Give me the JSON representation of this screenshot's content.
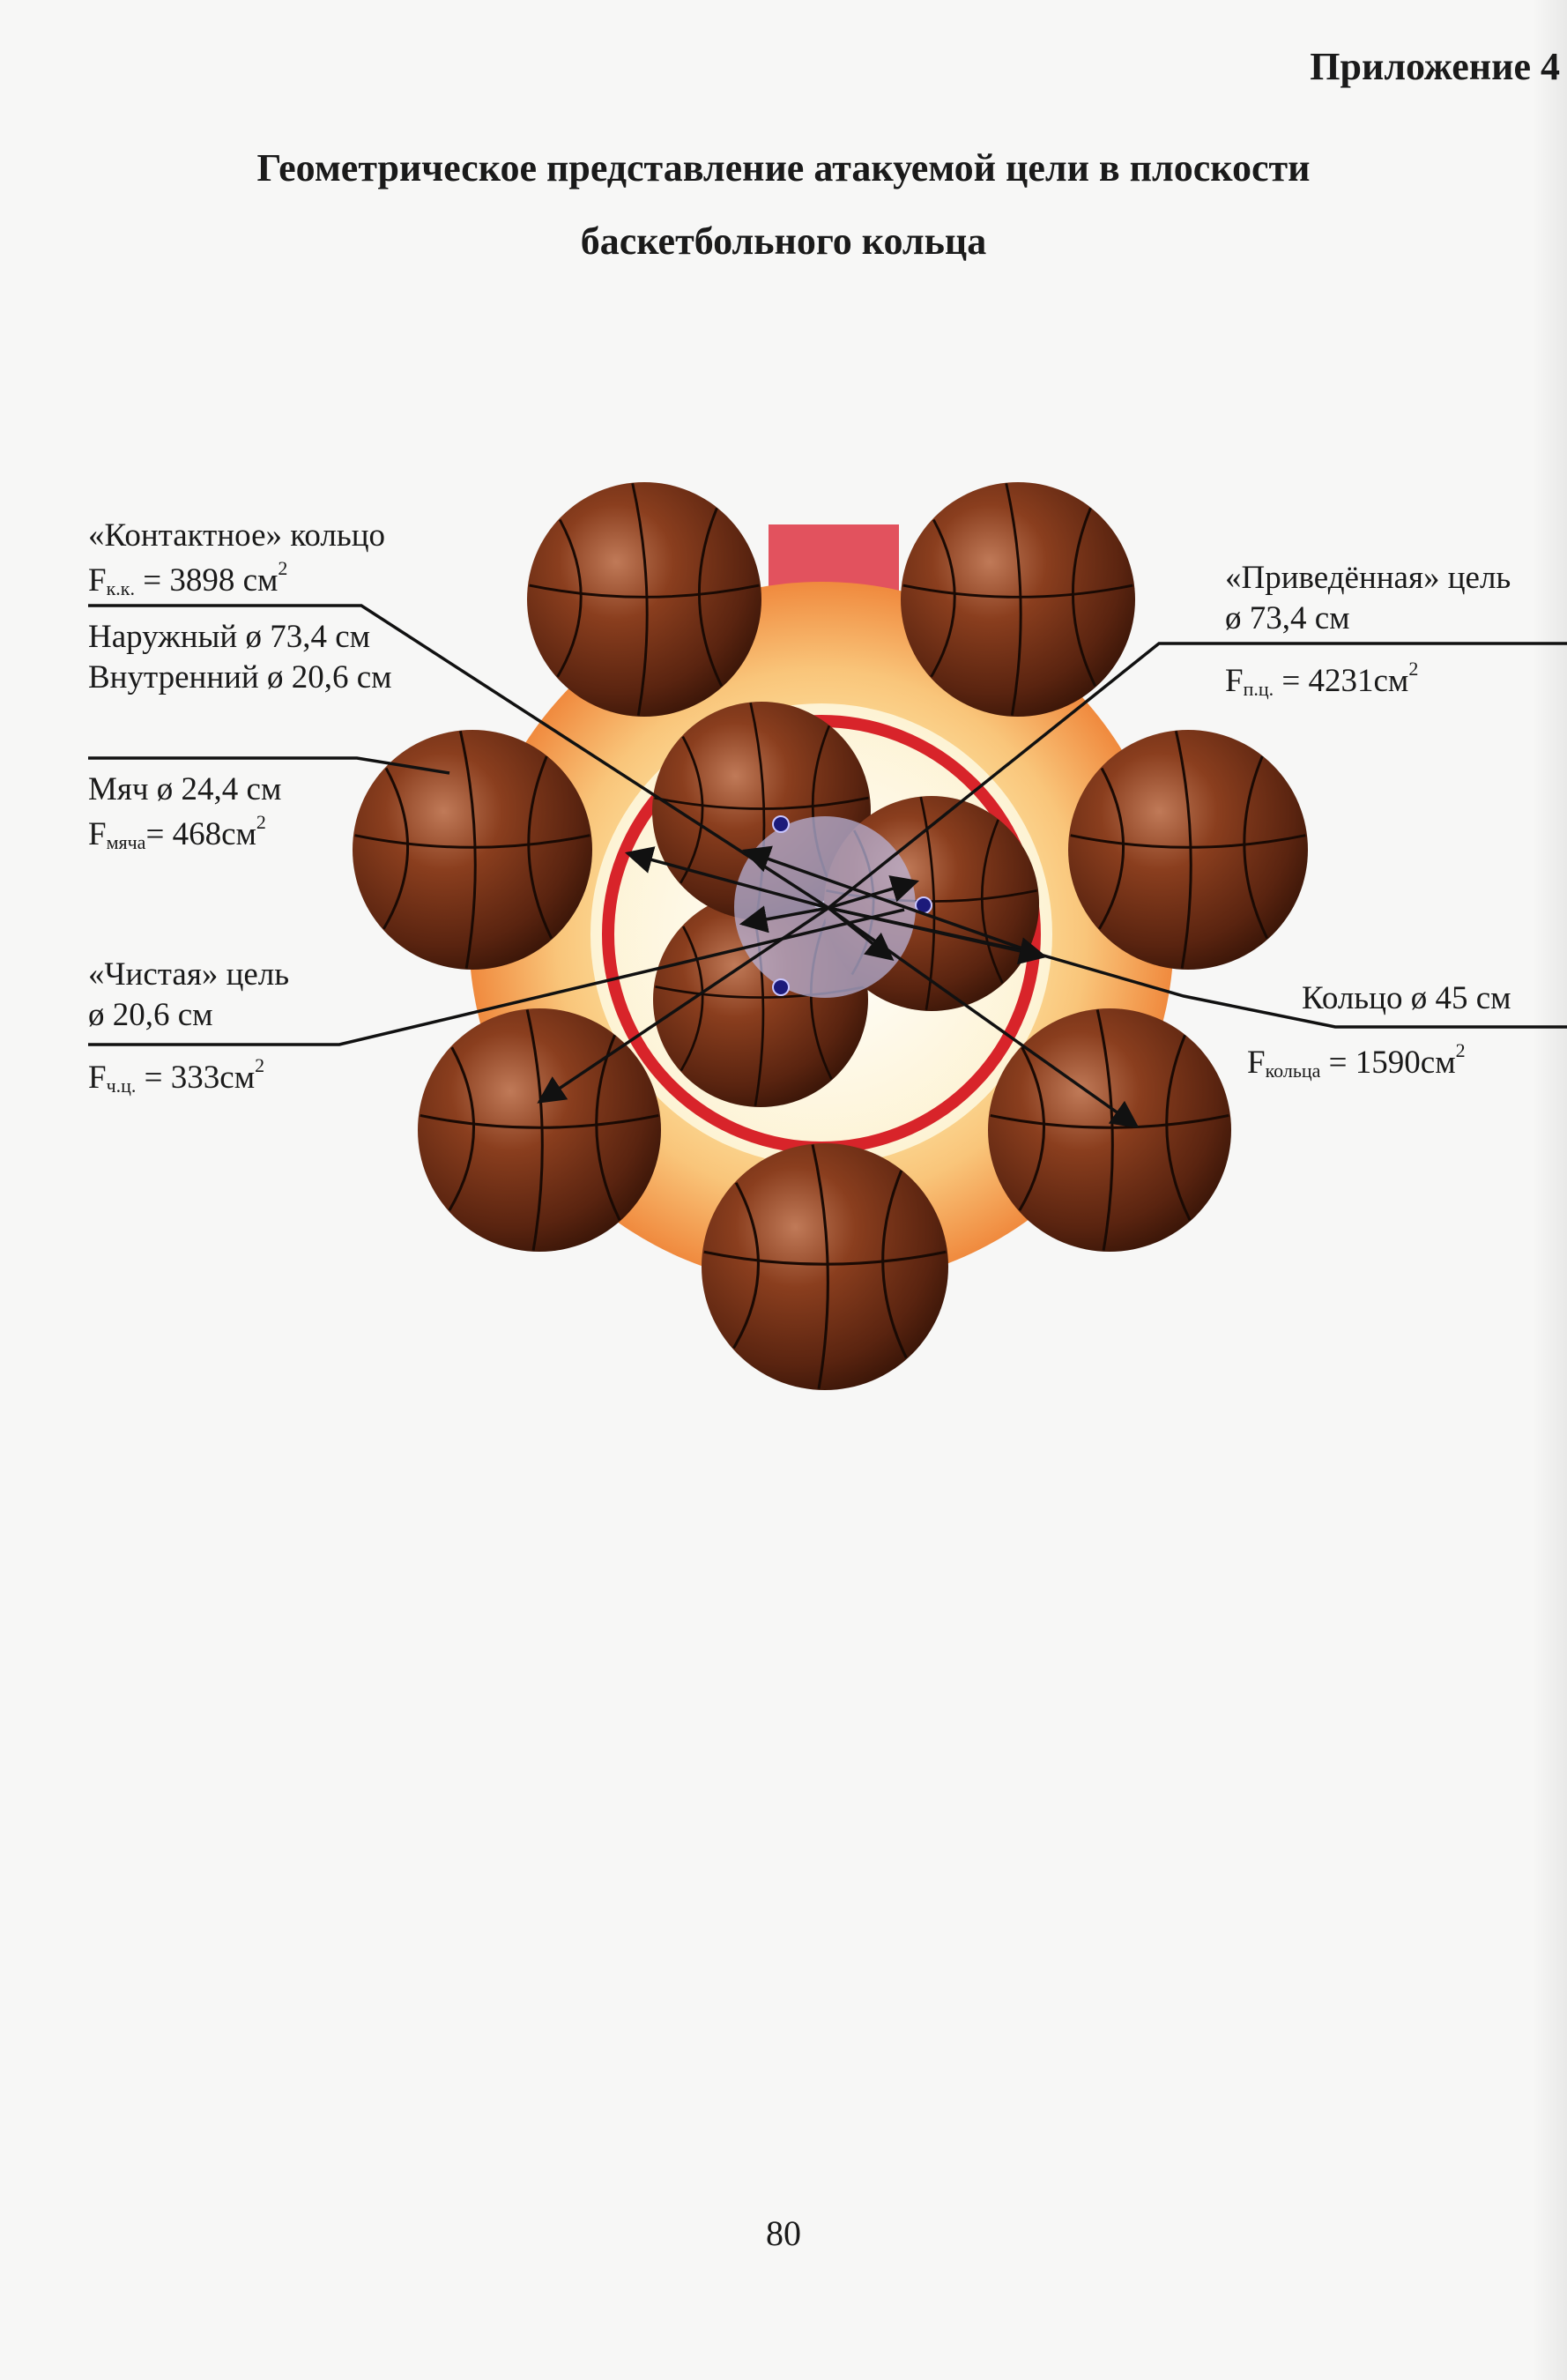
{
  "header": {
    "appendix": "Приложение 4"
  },
  "title": {
    "line1": "Геометрическое представление атакуемой цели в плоскости",
    "line2": "баскетбольного кольца"
  },
  "labels": {
    "contact_ring": {
      "name": "«Контактное» кольцо",
      "f_symbol": "F",
      "f_sub": "к.к.",
      "f_value": " = 3898 см",
      "f_sup": "2"
    },
    "diameters": {
      "outer": "Наружный ø 73,4 см",
      "inner": "Внутренний ø 20,6 см"
    },
    "ball": {
      "name": "Мяч ø 24,4 см",
      "f_symbol": "F",
      "f_sub": "мяча",
      "f_value": "= 468см",
      "f_sup": "2"
    },
    "clean_target": {
      "name": "«Чистая» цель",
      "diameter": "ø 20,6 см",
      "f_symbol": "F",
      "f_sub": "ч.ц.",
      "f_value": " = 333см",
      "f_sup": "2"
    },
    "reduced_target": {
      "name": "«Приведённая» цель",
      "diameter": "ø 73,4 см",
      "f_symbol": "F",
      "f_sub": "п.ц.",
      "f_value": " = 4231см",
      "f_sup": "2"
    },
    "rim": {
      "name": "Кольцо ø 45 см",
      "f_symbol": "F",
      "f_sub": "кольца",
      "f_value": " = 1590см",
      "f_sup": "2"
    }
  },
  "colors": {
    "ball": "#7a3418",
    "rim": "#d8242a",
    "backboard_square": "#e2525e",
    "outer_zone": "#f29a52",
    "clean_target": "#b9b6dc"
  },
  "page_number": "80"
}
